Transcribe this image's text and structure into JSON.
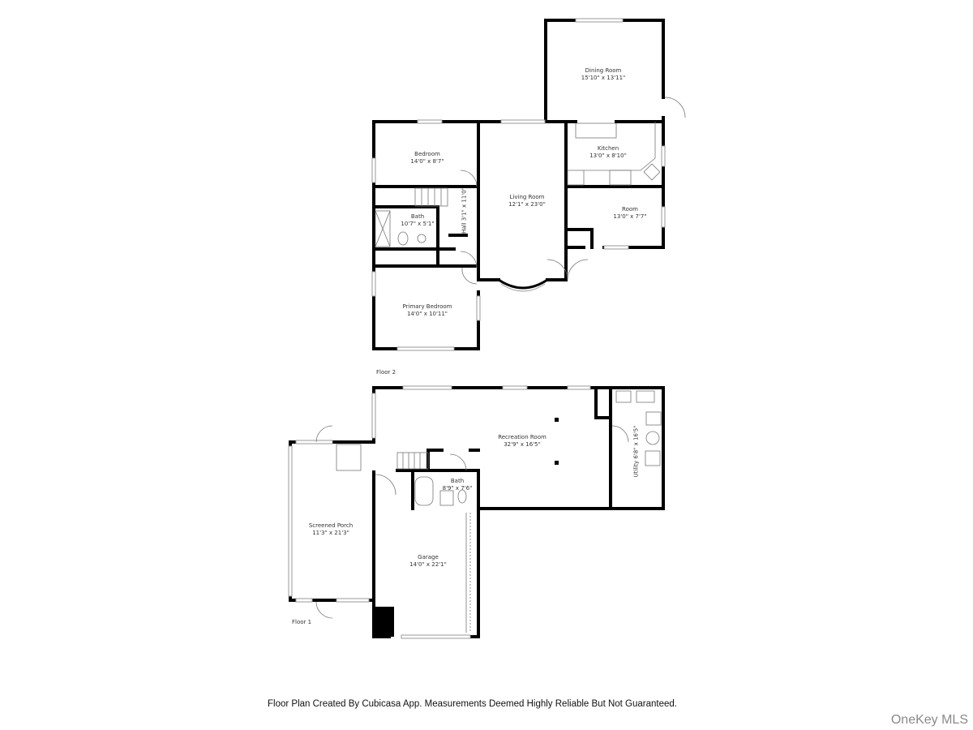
{
  "floors": [
    {
      "label": "Floor 2",
      "rooms": [
        {
          "name": "Dining Room",
          "dims": "15'10\" x 13'11\""
        },
        {
          "name": "Kitchen",
          "dims": "13'0\" x 8'10\""
        },
        {
          "name": "Room",
          "dims": "13'0\" x 7'7\""
        },
        {
          "name": "Living Room",
          "dims": "12'1\" x 23'0\""
        },
        {
          "name": "Bedroom",
          "dims": "14'0\" x 8'7\""
        },
        {
          "name": "Bath",
          "dims": "10'7\" x 5'1\""
        },
        {
          "name": "Hall",
          "dims": "3'1\" x 11'0\""
        },
        {
          "name": "Primary Bedroom",
          "dims": "14'0\" x 10'11\""
        }
      ]
    },
    {
      "label": "Floor 1",
      "rooms": [
        {
          "name": "Recreation Room",
          "dims": "32'9\" x 16'5\""
        },
        {
          "name": "Utility",
          "dims": "6'8\" x 16'5\""
        },
        {
          "name": "Bath",
          "dims": "8'9\" x 7'6\""
        },
        {
          "name": "Screened Porch",
          "dims": "11'3\" x 21'3\""
        },
        {
          "name": "Garage",
          "dims": "14'0\" x 22'1\""
        }
      ]
    }
  ],
  "footer": {
    "disclaimer": "Floor Plan Created By Cubicasa App. Measurements Deemed Highly Reliable But Not Guaranteed.",
    "brand": "OneKey MLS"
  },
  "colors": {
    "wall": "#000000",
    "window": "#9a9a9a",
    "text": "#333333",
    "brand": "#8a8a8a"
  }
}
